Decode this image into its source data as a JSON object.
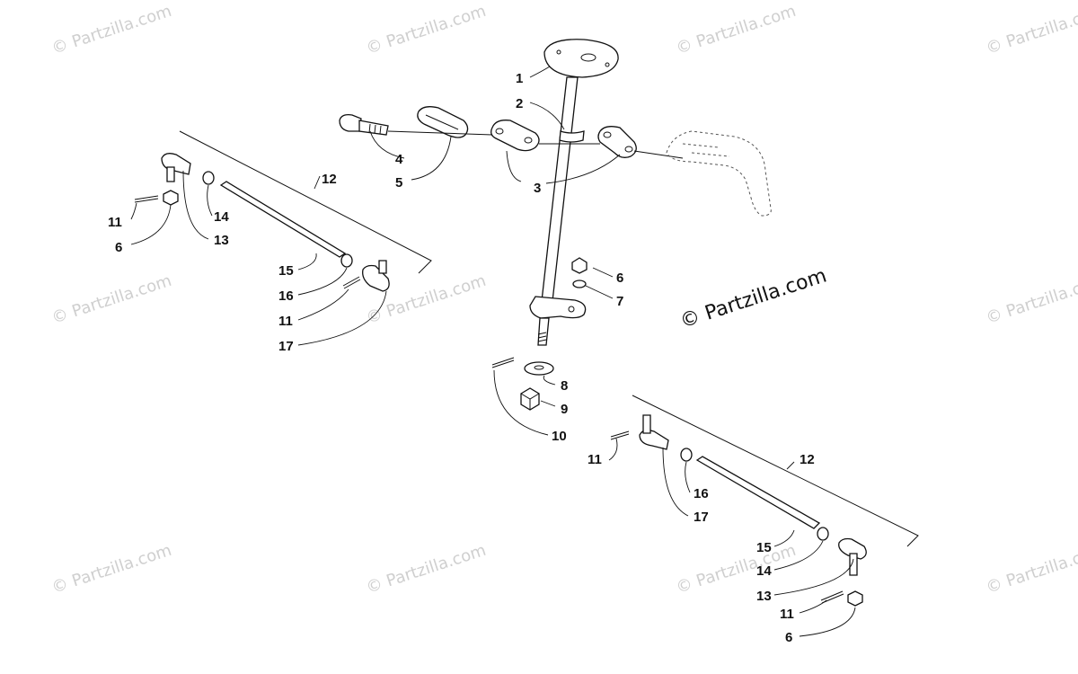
{
  "watermark": {
    "text": "© Partzilla.com",
    "main_text": "© Partzilla.com"
  },
  "labels": {
    "l1": "1",
    "l2": "2",
    "l3": "3",
    "l4": "4",
    "l5": "5",
    "l6a": "6",
    "l7": "7",
    "l8": "8",
    "l9": "9",
    "l10": "10",
    "left": {
      "l12": "12",
      "l11": "11",
      "l6": "6",
      "l14": "14",
      "l13": "13",
      "l15": "15",
      "l16": "16",
      "l11b": "11",
      "l17": "17"
    },
    "right": {
      "l12": "12",
      "l11": "11",
      "l16": "16",
      "l17": "17",
      "l15": "15",
      "l14": "14",
      "l13": "13",
      "l11b": "11",
      "l6": "6"
    }
  },
  "colors": {
    "ink": "#111111",
    "watermark": "#cfcfcf",
    "background": "#ffffff"
  }
}
